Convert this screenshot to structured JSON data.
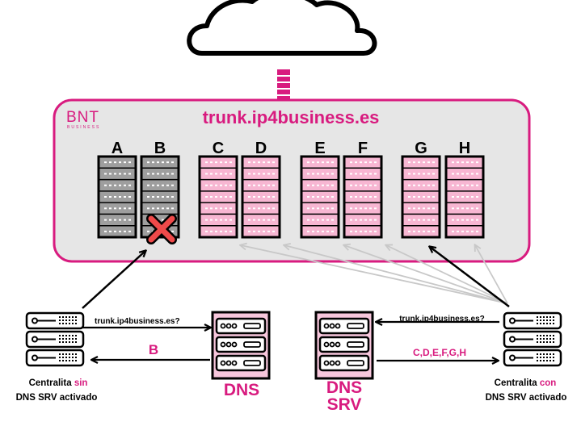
{
  "brand": {
    "logo": "BNT",
    "subtitle": "BUSINESS"
  },
  "trunk": {
    "title": "trunk.ip4business.es"
  },
  "servers": [
    {
      "label": "A",
      "style": "gray",
      "failed": false
    },
    {
      "label": "B",
      "style": "gray",
      "failed": true
    },
    {
      "label": "C",
      "style": "pink",
      "failed": false
    },
    {
      "label": "D",
      "style": "pink",
      "failed": false
    },
    {
      "label": "E",
      "style": "pink",
      "failed": false
    },
    {
      "label": "F",
      "style": "pink",
      "failed": false
    },
    {
      "label": "G",
      "style": "pink",
      "failed": false
    },
    {
      "label": "H",
      "style": "pink",
      "failed": false
    }
  ],
  "left_pbx": {
    "label_part1": "Centralita ",
    "label_highlight": "sin",
    "label_line2": "DNS SRV activado",
    "query": "trunk.ip4business.es?",
    "answer": "B"
  },
  "right_pbx": {
    "label_part1": "Centralita ",
    "label_highlight": "con",
    "label_line2": "DNS SRV activado",
    "query": "trunk.ip4business.es?",
    "answer": "C,D,E,F,G,H"
  },
  "dns": {
    "label": "DNS"
  },
  "dns_srv": {
    "line1": "DNS",
    "line2": "SRV"
  },
  "colors": {
    "accent": "#d81b7f",
    "panel": "#e6e6e6",
    "server_gray": "#9e9e9e",
    "server_pink": "#f7b6d2",
    "fail_red": "#ef4a4a"
  }
}
